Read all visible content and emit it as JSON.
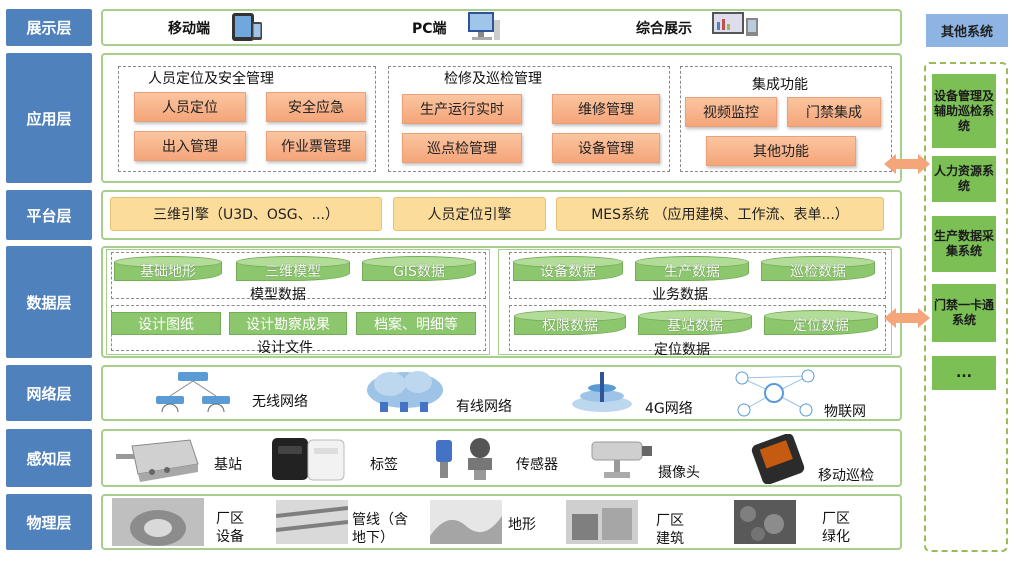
{
  "layers": {
    "presentation": "展示层",
    "application": "应用层",
    "platform": "平台层",
    "data": "数据层",
    "network": "网络层",
    "perception": "感知层",
    "physical": "物理层"
  },
  "presentation": {
    "mobile": "移动端",
    "pc": "PC端",
    "display": "综合展示"
  },
  "application": {
    "group1": {
      "title": "人员定位及安全管理",
      "items": [
        "人员定位",
        "安全应急",
        "出入管理",
        "作业票管理"
      ]
    },
    "group2": {
      "title": "检修及巡检管理",
      "items": [
        "生产运行实时",
        "维修管理",
        "巡点检管理",
        "设备管理"
      ]
    },
    "group3": {
      "title": "集成功能",
      "items": [
        "视频监控",
        "门禁集成",
        "其他功能"
      ]
    }
  },
  "platform": {
    "items": [
      "三维引擎（U3D、OSG、...）",
      "人员定位引擎",
      "MES系统 （应用建模、工作流、表单...）"
    ]
  },
  "data": {
    "model": {
      "caption": "模型数据",
      "items": [
        "基础地形",
        "三维模型",
        "GIS数据"
      ]
    },
    "design": {
      "caption": "设计文件",
      "items": [
        "设计图纸",
        "设计勘察成果",
        "档案、明细等"
      ]
    },
    "business": {
      "caption": "业务数据",
      "items": [
        "设备数据",
        "生产数据",
        "巡检数据"
      ]
    },
    "location": {
      "caption": "定位数据",
      "items": [
        "权限数据",
        "基站数据",
        "定位数据"
      ]
    }
  },
  "network": {
    "items": [
      "无线网络",
      "有线网络",
      "4G网络",
      "物联网"
    ]
  },
  "perception": {
    "items": [
      "基站",
      "标签",
      "传感器",
      "摄像头",
      "移动巡检"
    ]
  },
  "physical": {
    "items": [
      {
        "line1": "厂区",
        "line2": "设备"
      },
      {
        "line1": "管线（含",
        "line2": "地下）"
      },
      {
        "line1": "地形",
        "line2": ""
      },
      {
        "line1": "厂区",
        "line2": "建筑"
      },
      {
        "line1": "厂区",
        "line2": "绿化"
      }
    ]
  },
  "other_systems": {
    "title": "其他系统",
    "items": [
      "设备管理及辅助巡检系统",
      "人力资源系统",
      "生产数据采集系统",
      "门禁一卡通系统",
      "..."
    ]
  },
  "colors": {
    "layer_label": "#4f81bd",
    "frame": "#a6cf8b",
    "salmon": "#f5a57a",
    "yellow": "#fcdc9a",
    "green": "#8cc66d",
    "arrow": "#f4a57a"
  }
}
